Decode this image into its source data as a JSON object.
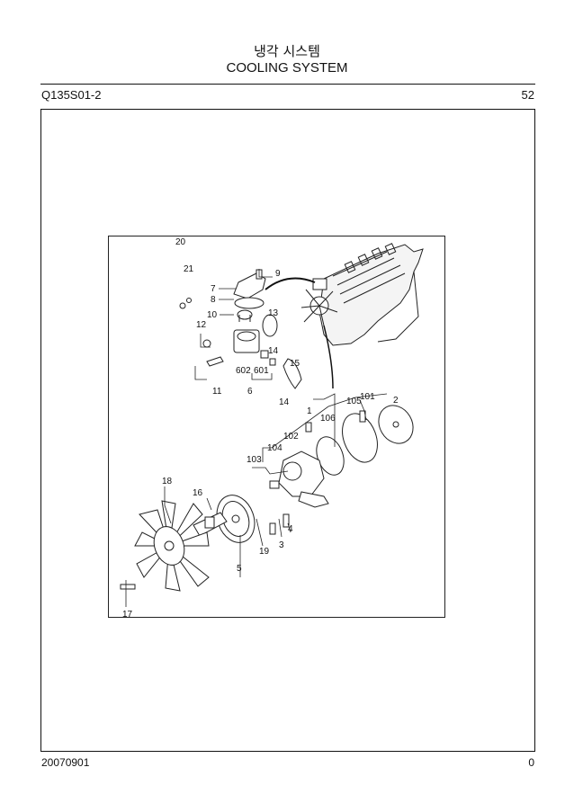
{
  "header": {
    "title_korean": "냉각 시스템",
    "title_english": "COOLING SYSTEM",
    "section_code": "Q135S01-2",
    "page_number": "52"
  },
  "footer": {
    "date": "20070901",
    "revision": "0"
  },
  "diagram": {
    "callouts": [
      "20",
      "21",
      "9",
      "7",
      "8",
      "10",
      "13",
      "12",
      "14",
      "15",
      "602",
      "601",
      "11",
      "6",
      "14",
      "1",
      "105",
      "101",
      "2",
      "106",
      "102",
      "104",
      "103",
      "18",
      "16",
      "19",
      "3",
      "4",
      "5",
      "17"
    ]
  }
}
